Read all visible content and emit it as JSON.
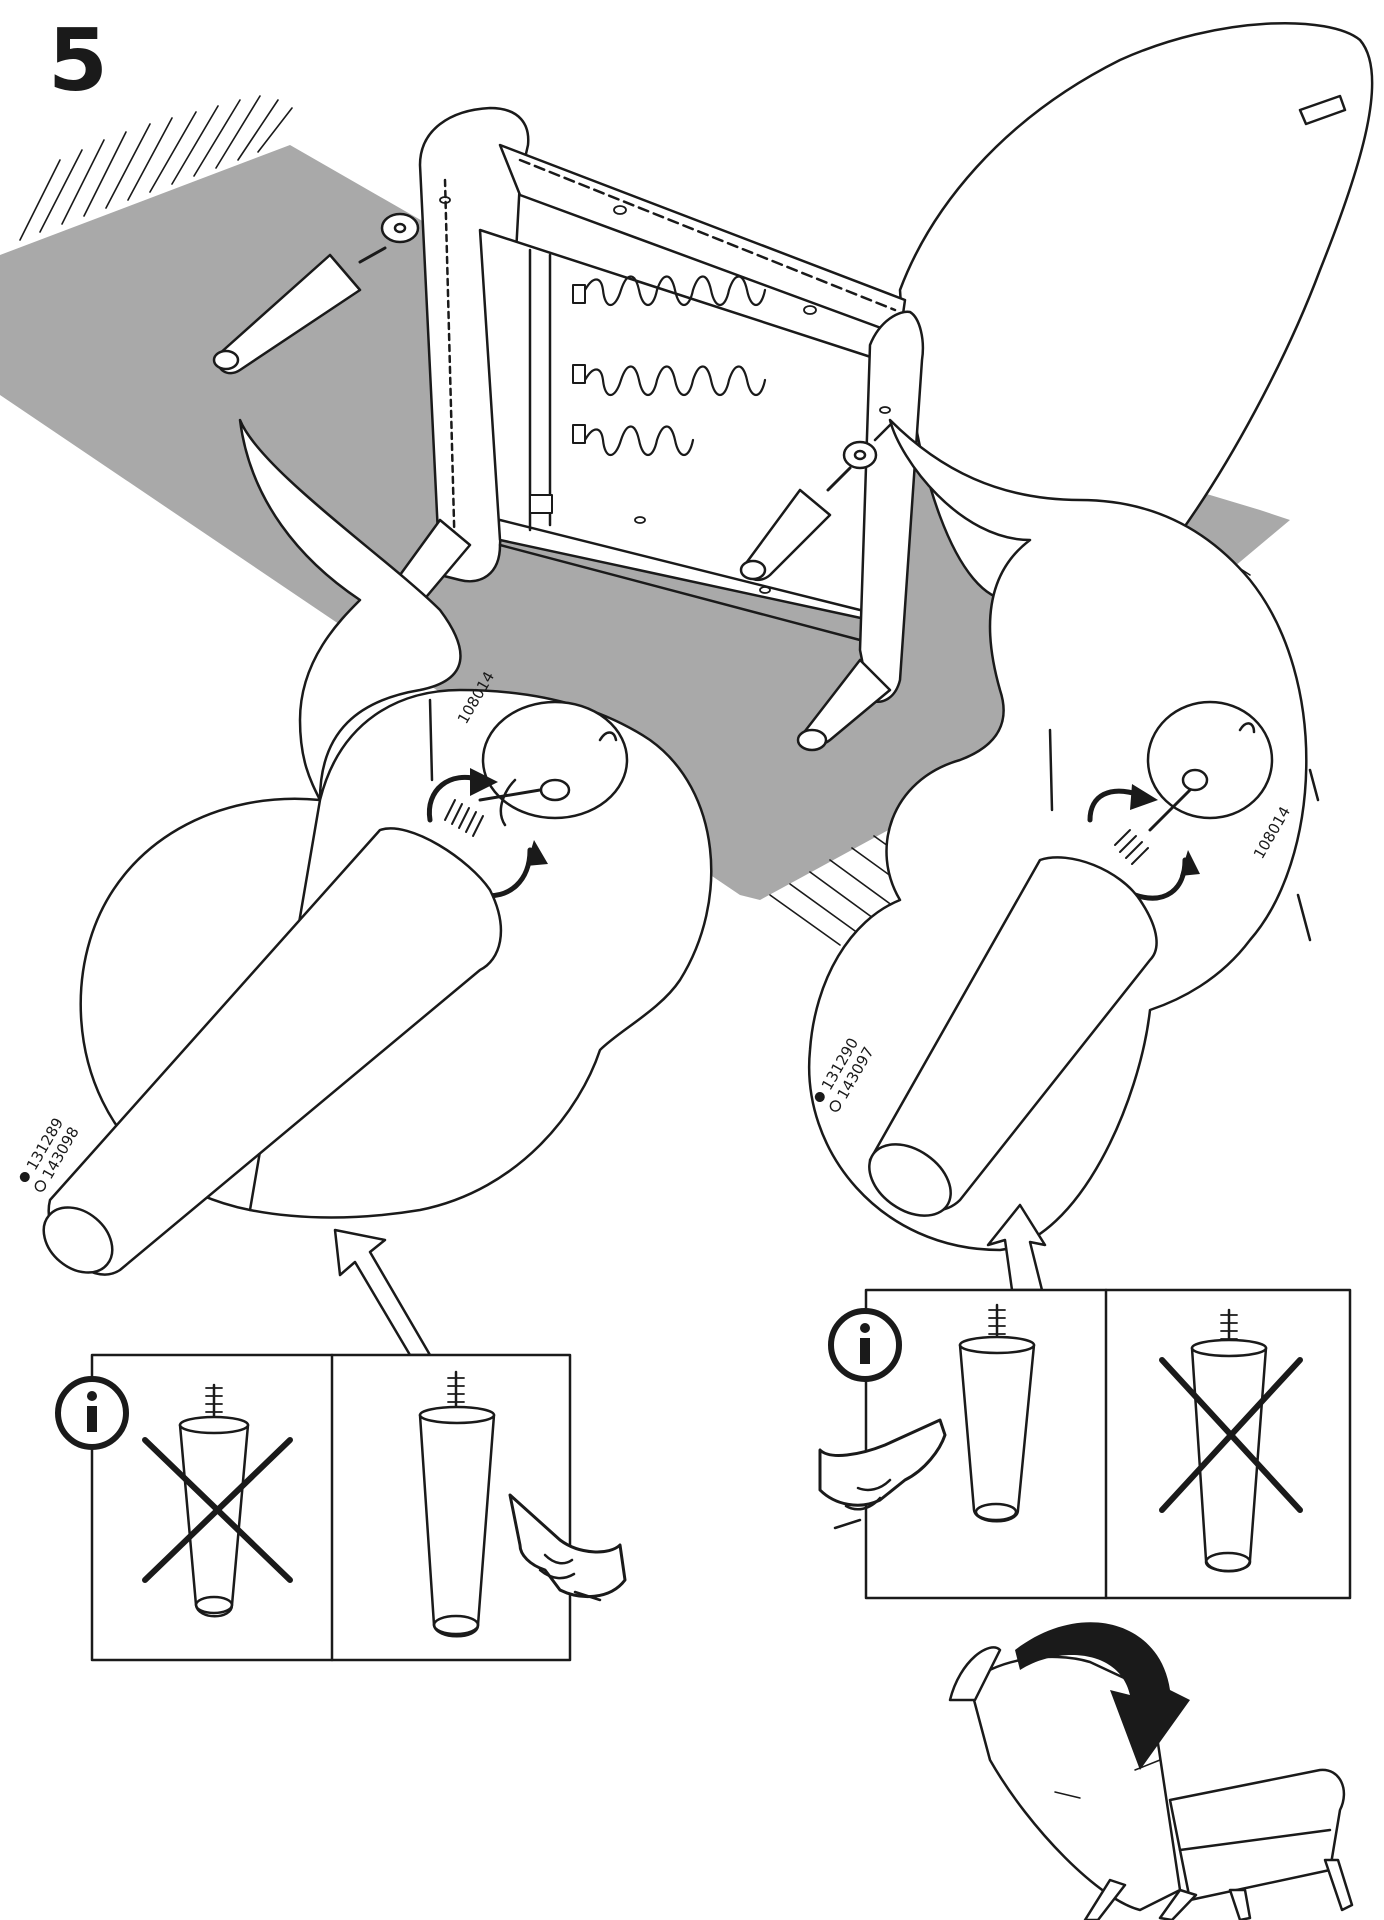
{
  "step": {
    "number": "5"
  },
  "left_callout": {
    "part_numbers": [
      "131289",
      "143098"
    ],
    "plate_number": "108014"
  },
  "right_callout": {
    "part_numbers": [
      "131290",
      "143097"
    ],
    "plate_number": "108014"
  },
  "info_boxes": {
    "left": {
      "icon": "info-icon",
      "panels": [
        "wrong-orientation",
        "correct-orientation"
      ]
    },
    "right": {
      "icon": "info-icon",
      "panels": [
        "correct-orientation",
        "wrong-orientation"
      ]
    }
  },
  "icons": [
    "info-icon",
    "pointing-hand-icon",
    "cross-mark-icon",
    "rotation-arrow-icon",
    "arrow-icon"
  ]
}
